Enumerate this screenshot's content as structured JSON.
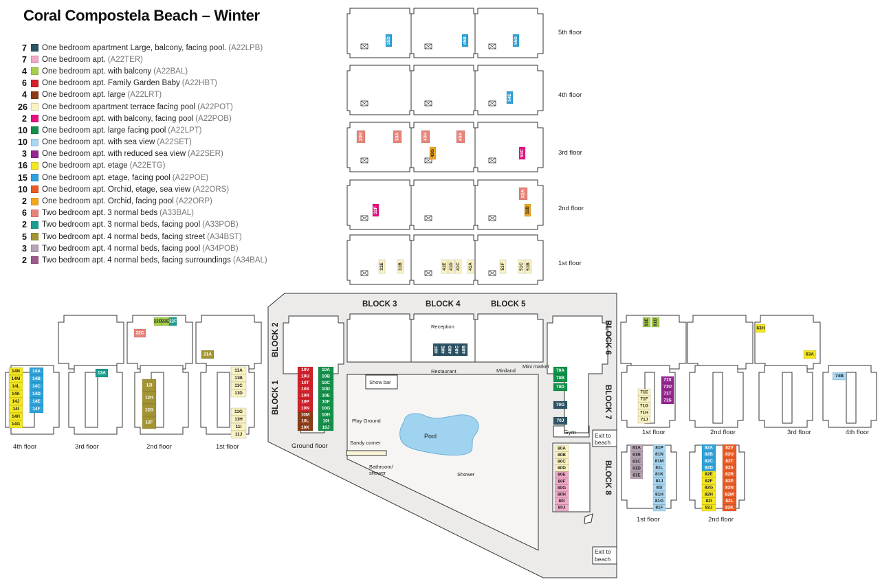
{
  "title": "Coral Compostela Beach – Winter",
  "legend": [
    {
      "count": "7",
      "label": "One bedroom apartment Large, balcony, facing pool.",
      "code": "(A22LPB)",
      "color": "#2e5567"
    },
    {
      "count": "7",
      "label": "One bedroom apt.",
      "code": "(A22TER)",
      "color": "#f2a9c7"
    },
    {
      "count": "4",
      "label": "One bedroom apt. with balcony",
      "code": "(A22BAL)",
      "color": "#a7cd4c"
    },
    {
      "count": "6",
      "label": "One bedroom apt. Family Garden Baby",
      "code": "(A22HBT)",
      "color": "#d3202a"
    },
    {
      "count": "4",
      "label": "One bedroom apt. large",
      "code": "(A22LRT)",
      "color": "#8c3b17"
    },
    {
      "count": "26",
      "label": "One bedroom apartment terrace facing pool",
      "code": "(A22POT)",
      "color": "#faf3c0"
    },
    {
      "count": "2",
      "label": "One bedroom apt. with balcony, facing pool",
      "code": "(A22POB)",
      "color": "#e6127f"
    },
    {
      "count": "10",
      "label": "One bedroom apt. large facing pool",
      "code": "(A22LPT)",
      "color": "#12914a"
    },
    {
      "count": "10",
      "label": "One bedroom apt. with sea view",
      "code": "(A22SET)",
      "color": "#a7d7f2"
    },
    {
      "count": "3",
      "label": "One bedroom apt. with reduced sea view",
      "code": "(A22SER)",
      "color": "#93278f"
    },
    {
      "count": "16",
      "label": "One bedroom apt. etage",
      "code": "(A22ETG)",
      "color": "#f4e61f"
    },
    {
      "count": "15",
      "label": "One bedroom apt. etage, facing pool",
      "code": "(A22POE)",
      "color": "#2ea3da"
    },
    {
      "count": "10",
      "label": "One bedroom apt. Orchid, etage, sea view",
      "code": "(A22ORS)",
      "color": "#ec5b24"
    },
    {
      "count": "2",
      "label": "One bedroom apt. Orchid, facing pool",
      "code": "(A22ORP)",
      "color": "#f2a81d"
    },
    {
      "count": "6",
      "label": "Two bedroom apt. 3 normal beds",
      "code": "(A33BAL)",
      "color": "#e8847a"
    },
    {
      "count": "2",
      "label": "Two bedroom apt. 3 normal beds, facing pool",
      "code": "(A33POB)",
      "color": "#1a9e8f"
    },
    {
      "count": "5",
      "label": "Two bedroom apt. 4 normal beds, facing street",
      "code": "(A34BST)",
      "color": "#a39433"
    },
    {
      "count": "3",
      "label": "Two bedroom apt. 4 normal beds, facing pool",
      "code": "(A34POB)",
      "color": "#b8a3b4"
    },
    {
      "count": "2",
      "label": "Two bedroom apt. 4 normal beds, facing surroundings",
      "code": "(A34BAL)",
      "color": "#9b5a8b"
    }
  ],
  "floors": {
    "fifth": "5th floor",
    "fourth": "4th floor",
    "third": "3rd floor",
    "second": "2nd floor",
    "first": "1st floor",
    "ground": "Ground floor"
  },
  "blocks": {
    "b1": "BLOCK 1",
    "b2": "BLOCK 2",
    "b3": "BLOCK 3",
    "b4": "BLOCK 4",
    "b5": "BLOCK 5",
    "b6": "BLOCK 6",
    "b7": "BLOCK 7",
    "b8": "BLOCK 8"
  },
  "places": {
    "reception": "Reception",
    "restaurant": "Restaurant",
    "miniland": "Miniland",
    "minimarket": "Mini market",
    "showbar": "Show bar",
    "playground": "Play Ground",
    "sandy": "Sandy corner",
    "bathroom1": "Bathroom/",
    "bathroom2": "shower",
    "pool": "Pool",
    "shower": "Shower",
    "gym": "Gym",
    "exit1": "Exit to",
    "exit2": "beach"
  },
  "units": {
    "u35D": "35D",
    "u45B": "45B",
    "u55D": "55D",
    "u54E": "54E",
    "u33H": "33H",
    "u33A": "33A",
    "u43H": "43H",
    "u43A": "43A",
    "u43G": "43G",
    "u53C": "53C",
    "u32F": "32F",
    "u52A": "52A",
    "u52B": "52B",
    "u31E": "31E",
    "u31B": "31B",
    "u41E": "41E",
    "u41D": "41D",
    "u41C": "41C",
    "u41A": "41A",
    "u51F": "51F",
    "u51C": "51C",
    "u51B": "51B",
    "u40F": "40F",
    "u40E": "40E",
    "u40D": "40D",
    "u40C": "40C",
    "u40B": "40B",
    "b1col1": [
      "10V",
      "10U",
      "10T",
      "10S",
      "10R",
      "10P",
      "10N",
      "10M",
      "10L",
      "10K"
    ],
    "b1col2": [
      "10A",
      "10B",
      "10C",
      "10D",
      "10E",
      "10F",
      "10G",
      "10H",
      "10I",
      "10J"
    ],
    "b2c1": [
      "14N",
      "14M",
      "14L",
      "14K",
      "14J",
      "14I",
      "14H",
      "14G"
    ],
    "b2c2": [
      "14A",
      "14B",
      "14C",
      "14D",
      "14E",
      "14F"
    ],
    "u13A": "13A",
    "u22C": "22C",
    "u22D": "22D",
    "u22E": "22E",
    "u22F": "22F",
    "b2c3": [
      "12I",
      "12H",
      "12G",
      "12F"
    ],
    "u21A": "21A",
    "b2c4": [
      "11A",
      "11B",
      "11C",
      "11D"
    ],
    "b2c5": [
      "11G",
      "11H",
      "11I",
      "11J"
    ],
    "b7a": [
      "70A",
      "70B"
    ],
    "u70D": "70D",
    "u70G": "70G",
    "u70J": "70J",
    "b8": [
      "80A",
      "80B",
      "80C",
      "80D",
      "80E",
      "80F",
      "80G",
      "80H",
      "80I",
      "80J"
    ],
    "u61E": "61E",
    "u61D": "61D",
    "u63H": "63H",
    "u63A": "63A",
    "u74B": "74B",
    "b6a": [
      "71E",
      "71F",
      "71G",
      "71H",
      "71J"
    ],
    "b6b": [
      "71X",
      "71U",
      "71T",
      "71S"
    ],
    "b8a": [
      "81A",
      "81B",
      "81C",
      "81D",
      "81E"
    ],
    "b8b": [
      "81P",
      "81N",
      "81M",
      "81L",
      "81K",
      "81J",
      "81I",
      "81H",
      "81G",
      "81F"
    ],
    "b8c": [
      "82A",
      "82B",
      "82C",
      "82D",
      "82E",
      "82F",
      "82G",
      "82H",
      "82I",
      "82J"
    ],
    "b8d": [
      "82V",
      "82U",
      "82T",
      "82S",
      "82R",
      "82P",
      "82N",
      "82M",
      "82L",
      "82K"
    ]
  }
}
